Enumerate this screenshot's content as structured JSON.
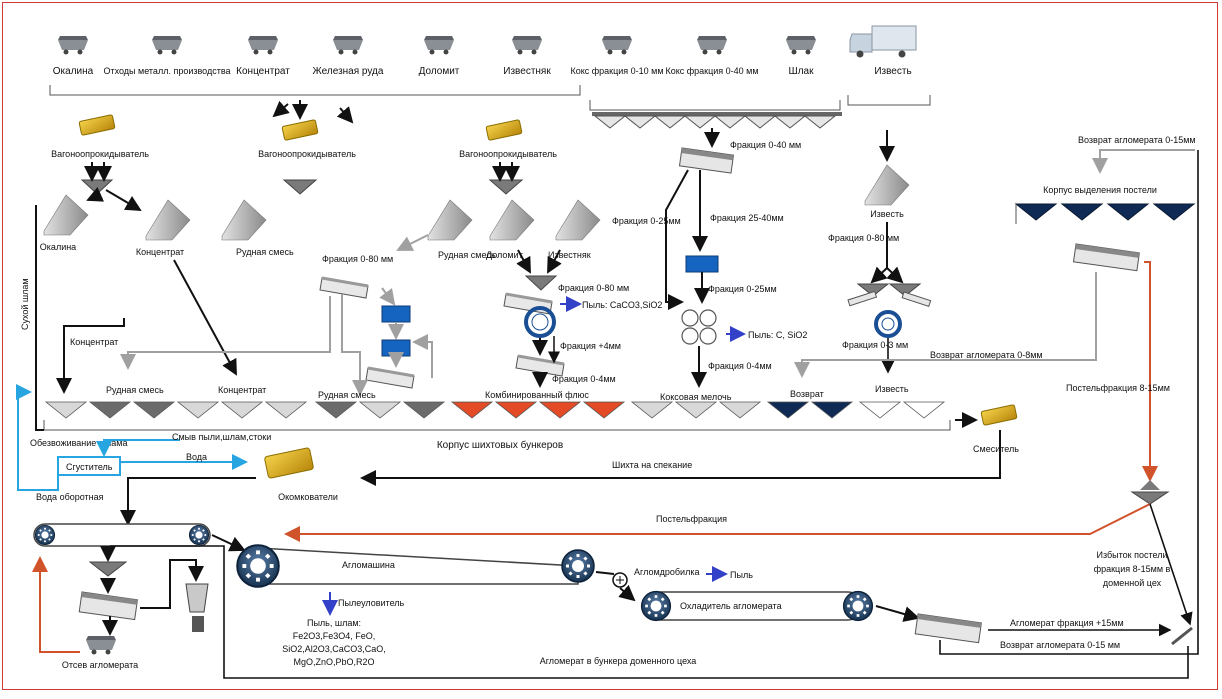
{
  "colors": {
    "border": "#d23a3a",
    "flow": "#111111",
    "grey_flow": "#a0a0a0",
    "water": "#27a5e0",
    "return": "#d0532c",
    "bunker_dark": "#6b6b6b",
    "bunker_light": "#d8d8d8",
    "bunker_red": "#e24b26",
    "bunker_navy": "#0e2a55",
    "equipment_blue": "#1565c0",
    "gold": "#d7ad20"
  },
  "sources": [
    {
      "label": "Окалина"
    },
    {
      "label": "Отходы металл. производства"
    },
    {
      "label": "Концентрат"
    },
    {
      "label": "Железная руда"
    },
    {
      "label": "Доломит"
    },
    {
      "label": "Известняк"
    },
    {
      "label": "Кокс фракция 0-10 мм"
    },
    {
      "label": "Кокс фракция 0-40 мм"
    },
    {
      "label": "Шлак"
    },
    {
      "label": "Известь"
    }
  ],
  "tipplers": [
    "Вагоноопрокидыватель",
    "Вагоноопрокидыватель",
    "Вагоноопрокидыватель"
  ],
  "stockpiles": {
    "scale": "Окалина",
    "concentrate": "Концентрат",
    "ore_mix": "Рудная смесь",
    "ore_mix_2": "Рудная смесь",
    "dolomite": "Доломит",
    "limestone": "Известняк",
    "lime": "Известь"
  },
  "coke": {
    "screen_fraction": "Фракция 0-40 мм",
    "fraction_0_25": "Фракция 0-25мм",
    "fraction_25_40": "Фракция 25-40мм",
    "crusher_out": "Фракция 0-25мм",
    "dust": "Пыль: C, SiO2",
    "fine": "Фракция 0-4мм"
  },
  "ore_fraction": "Фракция 0-80 мм",
  "flux": {
    "in": "Фракция 0-80 мм",
    "dust": "Пыль: CaCO3,SiO2",
    "plus4": "Фракция +4мм",
    "out": "Фракция 0-4мм"
  },
  "lime_branch": {
    "in": "Фракция 0-80 мм",
    "out": "Фракция 0-3 мм"
  },
  "return_sinter": {
    "top": "Возврат агломерата 0-15мм",
    "bedding_hall": "Корпус выделения постели",
    "mid": "Возврат агломерата 0-8мм",
    "bedding_fraction": "Постельфракция 8-15мм"
  },
  "side_labels": {
    "dry_sludge": "Сухой шлам",
    "concentrate_left": "Концентрат"
  },
  "bin_labels": [
    "Рудная смесь",
    "Концентрат",
    "Рудная смесь",
    "Комбинированный флюс",
    "Коксовая мелочь",
    "Возврат",
    "Известь"
  ],
  "bunker_building": "Корпус шихтовых бункеров",
  "water": {
    "dewatering": "Обезвоживание шлама",
    "thickener": "Сгуститель",
    "wash": "Смыв пыли,шлам,стоки",
    "water": "Вода",
    "recycled": "Вода оборотная"
  },
  "mixer": "Смеситель",
  "charge_to_sinter": "Шихта на спекание",
  "pelletizers": "Окомкователи",
  "bedding": "Постельфракция",
  "sinter_machine": "Агломашина",
  "sinter_crusher": "Агломдробилка",
  "dust_arrow": "Пыль",
  "cooler": "Охладитель агломерата",
  "dust_collector": "Пылеуловитель",
  "dust_composition": [
    "Пыль, шлам:",
    "Fe2O3,Fe3O4, FeO,",
    "SiO2,Al2O3,CaCO3,CaO,",
    "MgO,ZnO,PbO,R2O"
  ],
  "screening": "Отсев агломерата",
  "excess_bedding": [
    "Избыток постели",
    "фракция 8-15мм в",
    "доменной цех"
  ],
  "sinter_plus15": "Агломерат фракция +15мм",
  "return_0_15": "Возврат агломерата 0-15 мм",
  "to_blast_furnace": "Агломерат в бункера доменного цеха"
}
